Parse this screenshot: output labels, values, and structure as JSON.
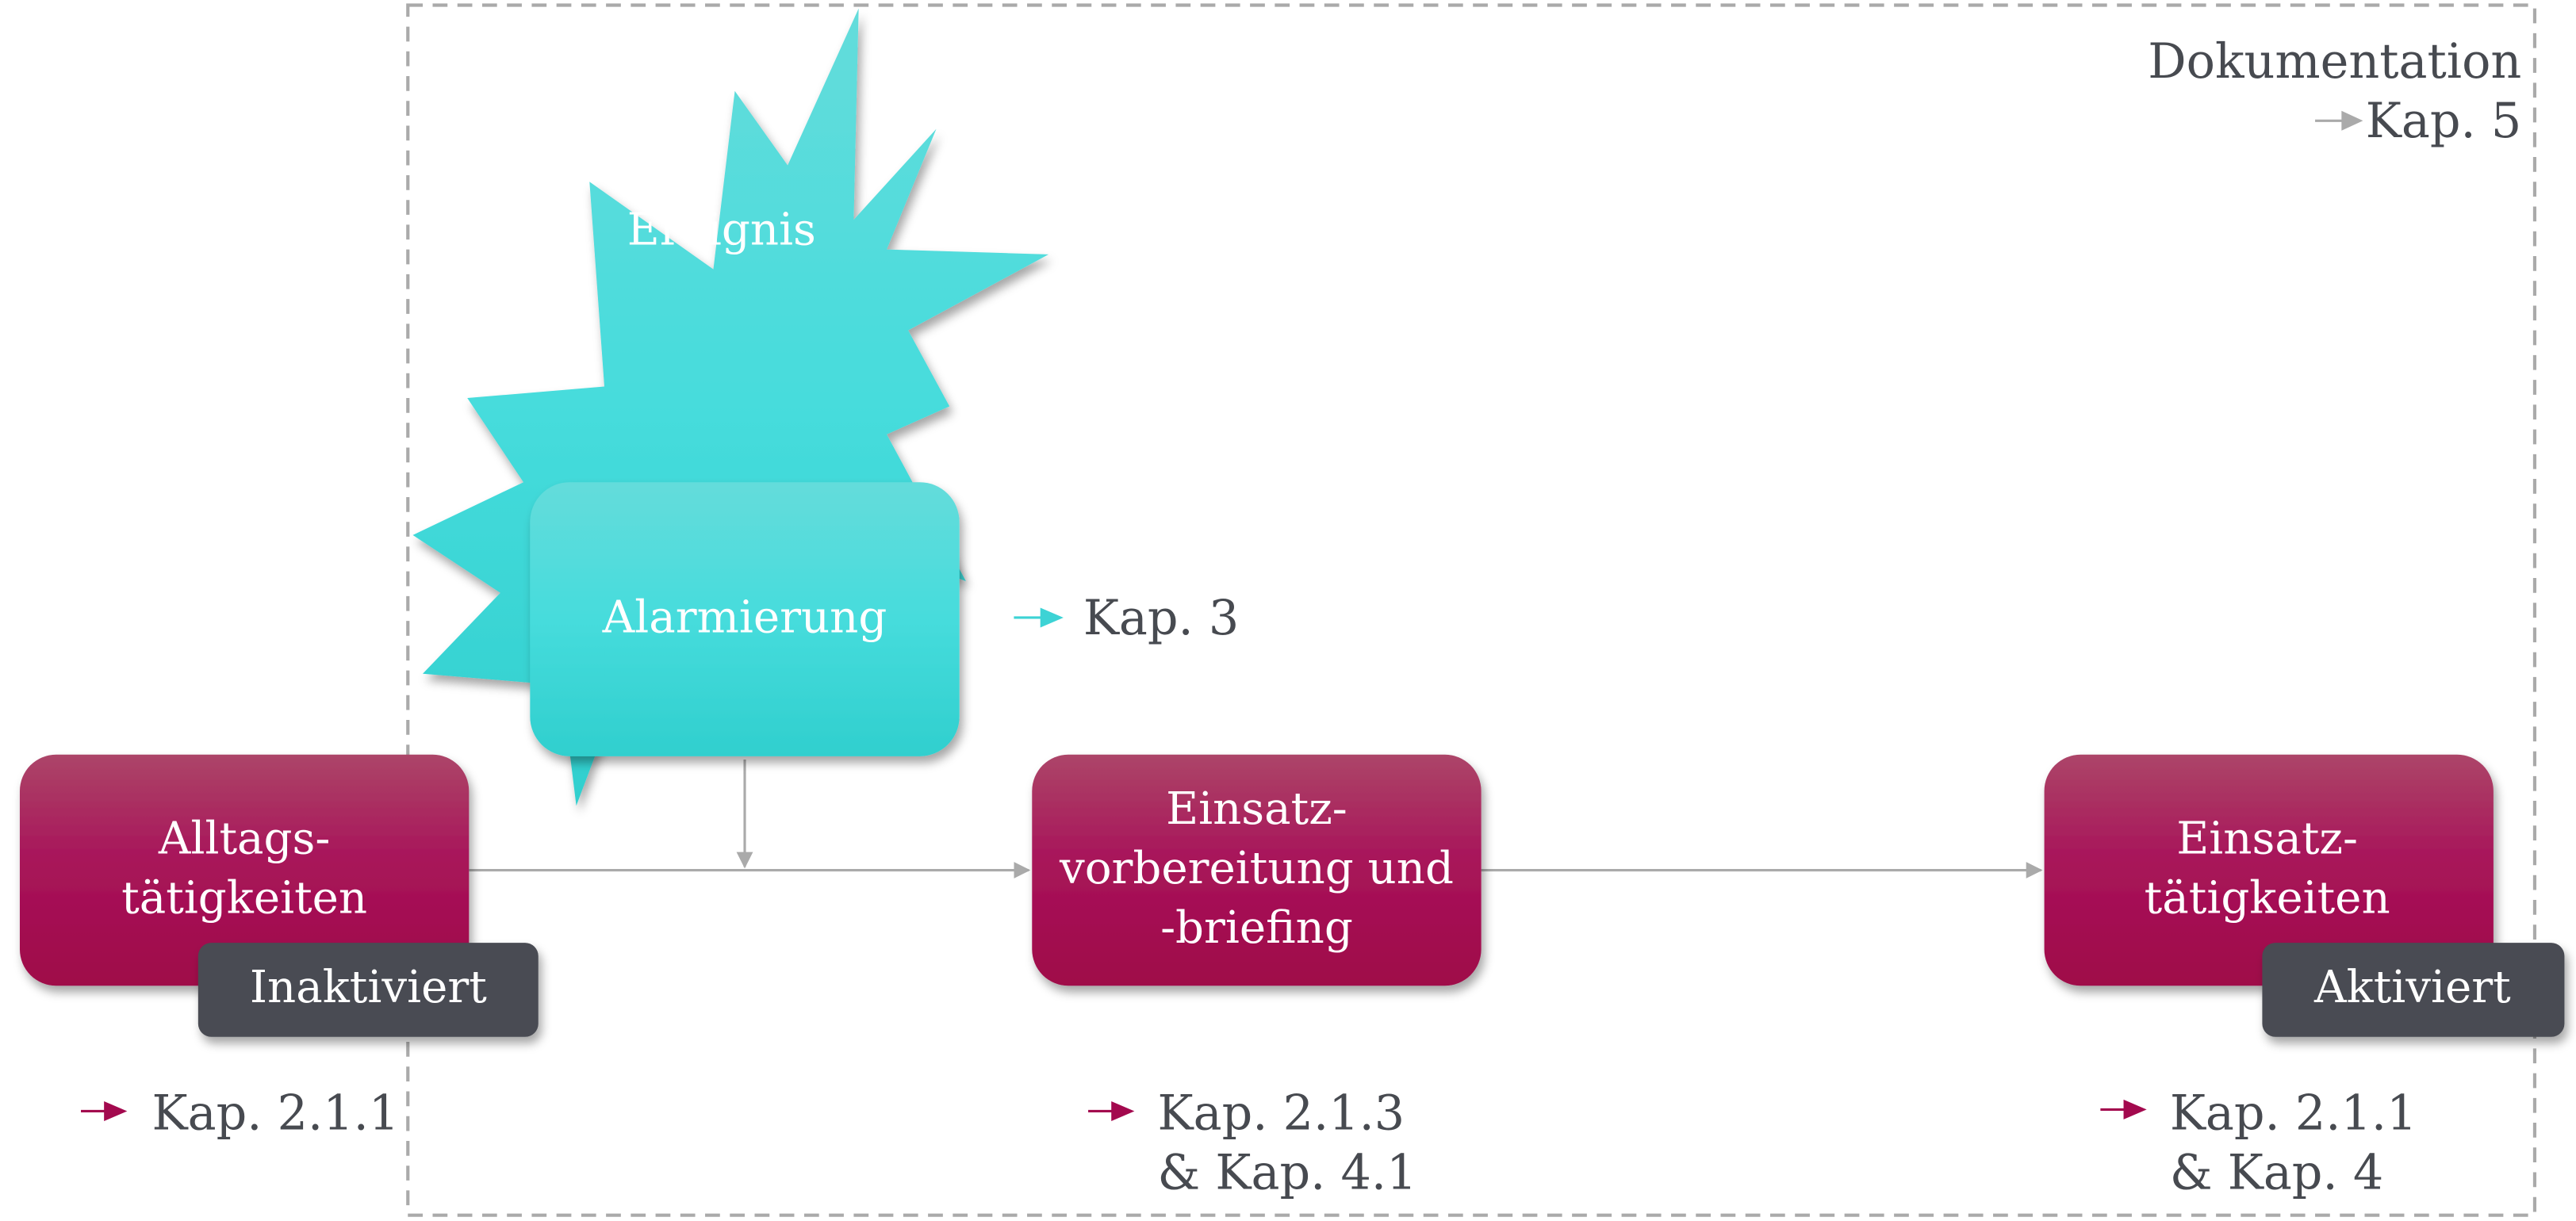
{
  "colors": {
    "magenta": "#a3094e",
    "magenta_light": "#ac4568",
    "teal": "#3dd3d5",
    "teal_light": "#62dcdb",
    "dark_badge": "#484b52",
    "text_dark": "#474a50",
    "gray_line": "#aaaaaa",
    "dashed_border": "#aaaaaa"
  },
  "documentation": {
    "title": "Dokumentation",
    "ref": "Kap. 5"
  },
  "event": {
    "label": "Ereignis"
  },
  "alarm": {
    "label": "Alarmierung",
    "ref": "Kap. 3"
  },
  "daily": {
    "line1": "Alltags-",
    "line2": "tätigkeiten",
    "badge": "Inaktiviert",
    "ref": "Kap. 2.1.1"
  },
  "prep": {
    "line1": "Einsatz-",
    "line2": "vorbereitung und",
    "line3": "-briefing",
    "ref_line1": "Kap. 2.1.3",
    "ref_line2": "& Kap. 4.1"
  },
  "operation": {
    "line1": "Einsatz-",
    "line2": "tätigkeiten",
    "badge": "Aktiviert",
    "ref_line1": "Kap. 2.1.1",
    "ref_line2": "& Kap. 4"
  }
}
